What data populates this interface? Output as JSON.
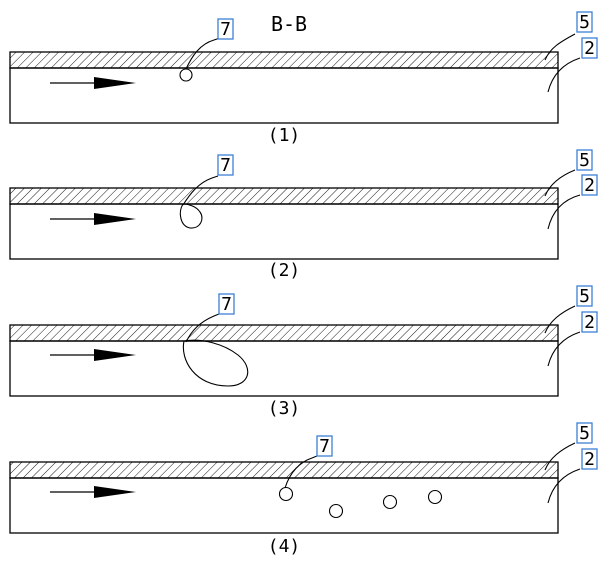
{
  "title": "B-B",
  "colors": {
    "line": "#000000",
    "callout_box": "#3d7fd6",
    "background": "#ffffff"
  },
  "panels": [
    {
      "caption": "(1)",
      "bubble_label": "7",
      "coating_label": "5",
      "channel_label": "2",
      "flow_arrow": "arrow-right-icon",
      "bubble_stage": "small bubble at coating"
    },
    {
      "caption": "(2)",
      "bubble_label": "7",
      "coating_label": "5",
      "channel_label": "2",
      "flow_arrow": "arrow-right-icon",
      "bubble_stage": "growing bubble"
    },
    {
      "caption": "(3)",
      "bubble_label": "7",
      "coating_label": "5",
      "channel_label": "2",
      "flow_arrow": "arrow-right-icon",
      "bubble_stage": "large elongated bubble"
    },
    {
      "caption": "(4)",
      "bubble_label": "7",
      "coating_label": "5",
      "channel_label": "2",
      "flow_arrow": "arrow-right-icon",
      "bubble_stage": "detached small bubbles"
    }
  ]
}
